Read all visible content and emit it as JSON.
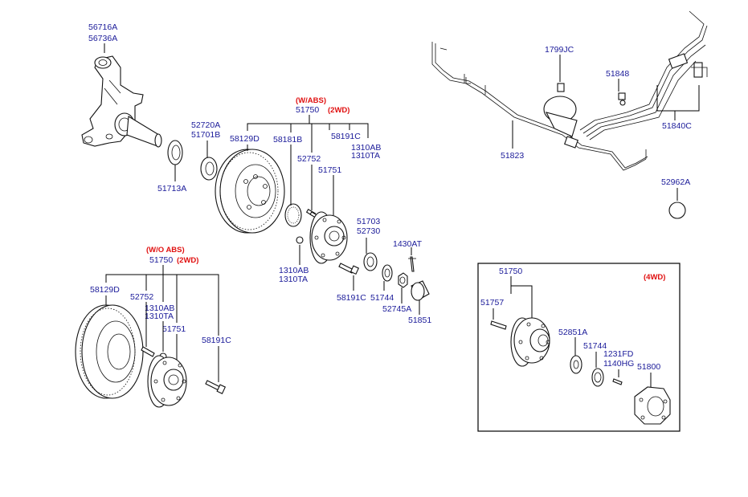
{
  "labels": {
    "knuckle": [
      "56716A",
      "56736A"
    ],
    "seal_a": "52720A",
    "seal_b": "51701B",
    "seal_c": "51713A",
    "disc_abs": "58129D",
    "tone_ring": "58181B",
    "wabs": "(W/ABS)",
    "hub_abs": "51750",
    "twowd_abs": "(2WD)",
    "bolt_abs": "58191C",
    "stud_abs": [
      "1310AB",
      "1310TA"
    ],
    "bolt_52752_abs": "52752",
    "hub_51751_abs": "51751",
    "nut_abs": [
      "1310AB",
      "1310TA"
    ],
    "bolt_lower_abs": "58191C",
    "bearing": [
      "51703",
      "52730"
    ],
    "pin": "1430AT",
    "washer": "51744",
    "nut_lock": "52745A",
    "cap": "51851",
    "sensor": "1799JC",
    "clip": "51848",
    "hose_pipe": "51823",
    "hose_group": "51840C",
    "oring": "52962A",
    "woabs": "(W/O ABS)",
    "hub_noabs": "51750",
    "twowd_noabs": "(2WD)",
    "disc_noabs": "58129D",
    "bolt_52752_noabs": "52752",
    "stud_noabs": [
      "1310AB",
      "1310TA"
    ],
    "hub_51751_noabs": "51751",
    "bolt_noabs": "58191C",
    "fourwd": "(4WD)",
    "hub_4wd": "51750",
    "stud_4wd": "51757",
    "seal_4wd": "52851A",
    "washer_4wd": "51744",
    "bolt_4wd": [
      "1231FD",
      "1140HG"
    ],
    "locking_hub": "51800"
  }
}
